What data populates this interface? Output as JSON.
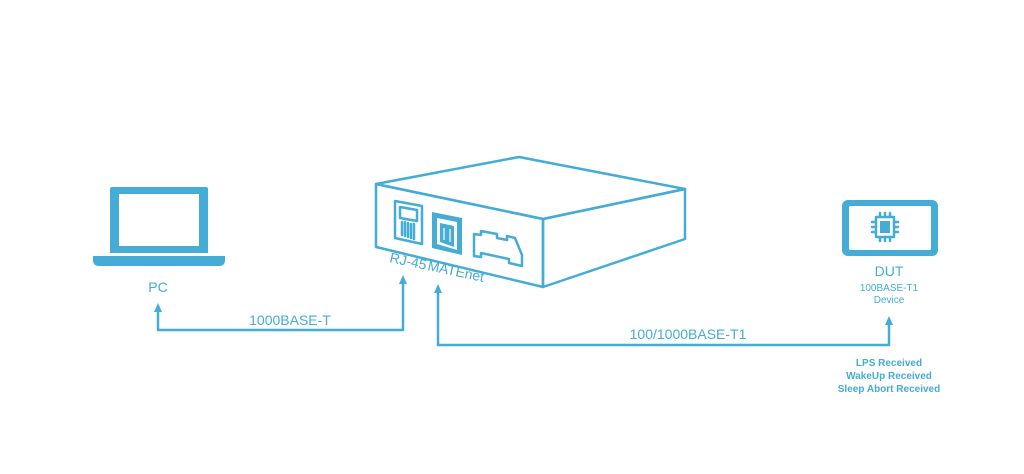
{
  "colors": {
    "accent": "#45acd6",
    "background": "#ffffff"
  },
  "nodes": {
    "pc": {
      "label": "PC",
      "icon": "laptop-icon"
    },
    "hub": {
      "icon": "network-box-icon",
      "ports": {
        "rj45": {
          "label": "RJ-45",
          "icon": "ethernet-port-icon"
        },
        "matenet": {
          "label": "MATEnet",
          "icon": "matenet-port-icon"
        },
        "connector": {
          "icon": "connector-port-icon"
        }
      }
    },
    "dut": {
      "label": "DUT",
      "subtitle_line1": "100BASE-T1",
      "subtitle_line2": "Device",
      "icon": "chip-device-icon"
    }
  },
  "links": {
    "pc_to_hub": {
      "label": "1000BASE-T"
    },
    "hub_to_dut": {
      "label": "100/1000BASE-T1"
    }
  },
  "status": {
    "lines": [
      "LPS Received",
      "WakeUp Received",
      "Sleep Abort Received"
    ]
  }
}
